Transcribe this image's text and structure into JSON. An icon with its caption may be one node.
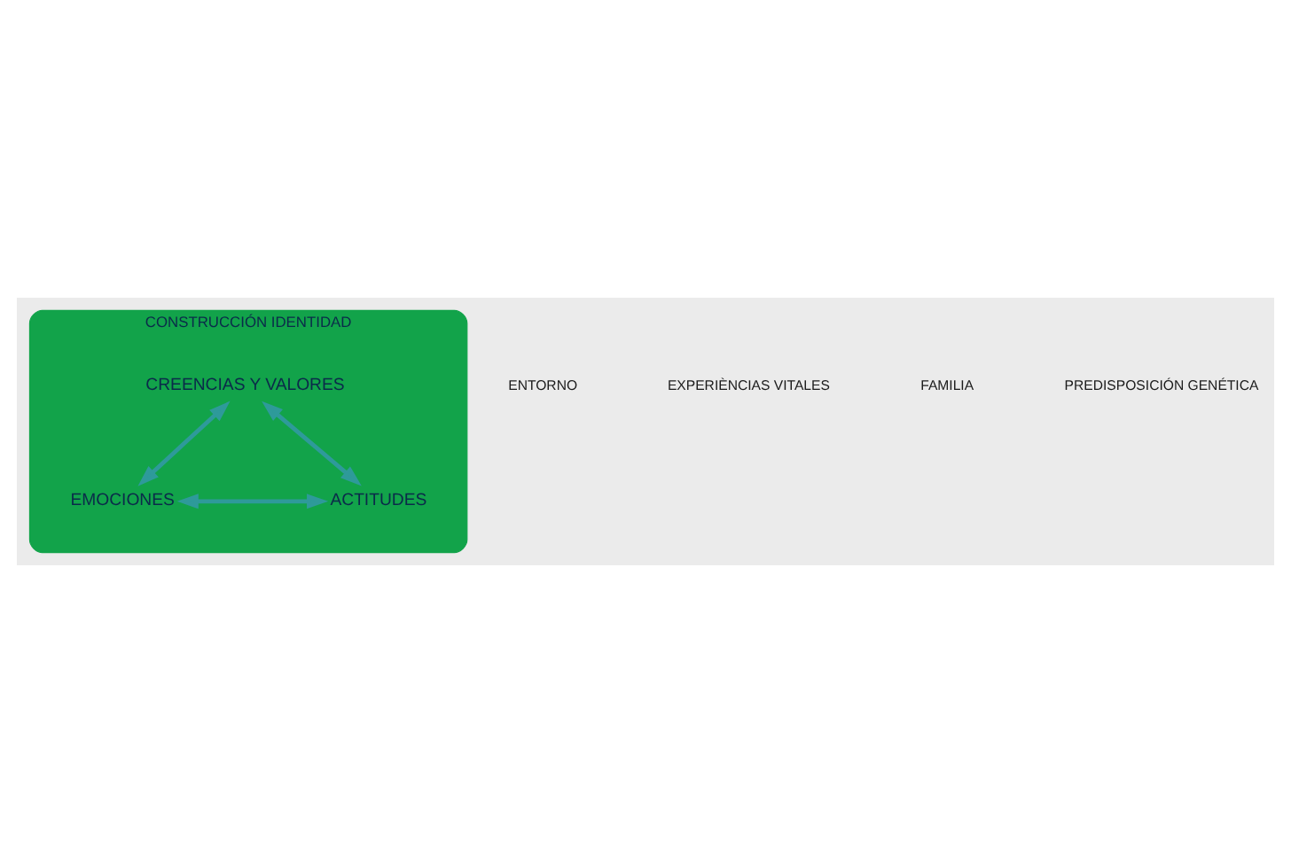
{
  "diagram": {
    "nodes": [
      {
        "text": [
          "CONSTRUCCIÓN IDENTIDAD"
        ]
      },
      {
        "text": [
          "CREENCIAS Y VALORES"
        ],
        "in": 0
      },
      {
        "text": [
          "EMOCIONES"
        ],
        "in": 0
      },
      {
        "text": [
          "ACTITUDES"
        ],
        "in": 0
      }
    ],
    "edges": [
      {
        "from": 1,
        "to": 2,
        "arrow": "both"
      },
      {
        "from": 1,
        "to": 3,
        "arrow": "both"
      },
      {
        "from": 2,
        "to": 3,
        "arrow": "both"
      }
    ],
    "labels": [
      "ENTORNO",
      "EXPERIÈNCIAS VITALES",
      "FAMILIA",
      "PREDISPOSICIÓN GENÉTICA"
    ]
  }
}
